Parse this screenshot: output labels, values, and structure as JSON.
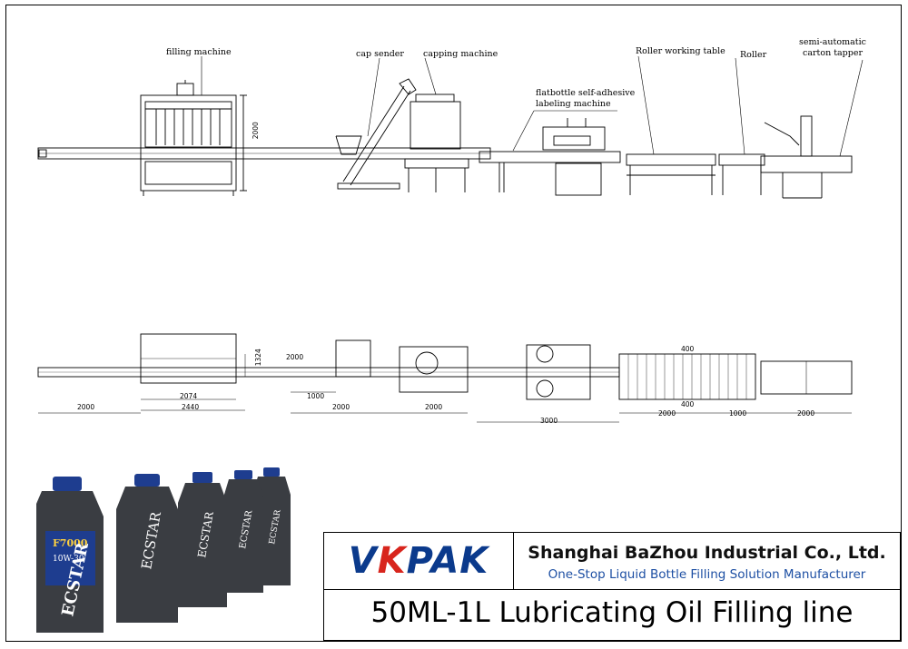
{
  "labels": {
    "filling_machine": "filling machine",
    "cap_sender": "cap sender",
    "capping_machine": "capping machine",
    "labeling_line1": "flatbottle self-adhesive",
    "labeling_line2": "labeling machine",
    "roller_table": "Roller working table",
    "roller": "Roller",
    "tapper_line1": "semi-automatic",
    "tapper_line2": "carton tapper"
  },
  "dimensions": {
    "elev_height": "2000",
    "plan_width": "1324",
    "d_2000_a": "2000",
    "d_2074": "2074",
    "d_2440": "2440",
    "d_2000_b": "2000",
    "d_1000_a": "1000",
    "d_2000_c": "2000",
    "d_2000_d": "2000",
    "d_3000": "3000",
    "d_400_top": "400",
    "d_400_bot": "400",
    "d_2000_e": "2000",
    "d_1000_b": "1000",
    "d_2000_f": "2000"
  },
  "bottles": [
    {
      "brand": "ECSTAR",
      "grade": "F7000",
      "visc": "10W-30"
    },
    {
      "brand": "ECSTAR",
      "grade": "",
      "visc": ""
    },
    {
      "brand": "ECSTAR",
      "grade": "",
      "visc": ""
    },
    {
      "brand": "ECSTAR",
      "grade": "",
      "visc": ""
    },
    {
      "brand": "ECSTAR",
      "grade": "",
      "visc": ""
    }
  ],
  "branding": {
    "logo_v": "V",
    "logo_k": "K",
    "logo_rest": "PAK",
    "company_name": "Shanghai BaZhou Industrial Co., Ltd.",
    "slogan": "One-Stop Liquid Bottle Filling Solution Manufacturer",
    "line_title": "50ML-1L Lubricating Oil Filling line"
  },
  "colors": {
    "logo_blue": "#0b3a8c",
    "logo_red": "#d8251d",
    "slogan_blue": "#1d4fa3",
    "bottle_body": "#3a3d42",
    "cap_blue": "#1e3d8f"
  }
}
